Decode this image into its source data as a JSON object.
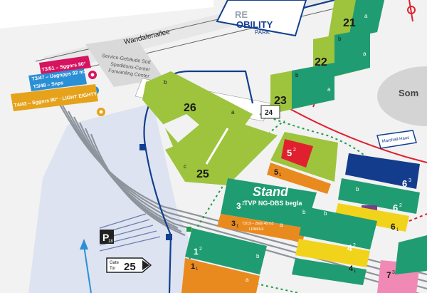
{
  "streets": {
    "wandalenallee": "Wandalenallee"
  },
  "buildings": {
    "service": "Service-Gebäude Süd",
    "speditions_1": "Speditions-Center",
    "speditions_2": "Forwarding Center",
    "marshall_haus": "Marshall-Haus",
    "mobility_1": "RE",
    "mobility_2": "OBILITY",
    "mobility_3": "PARK",
    "sommergarten": "Som"
  },
  "markers": [
    {
      "label": "T3/51 – Sggnrs 80°",
      "color": "#d6135f"
    },
    {
      "label": "T3/47 – Uagnpps 92 m3",
      "color": "#2b8fd6"
    },
    {
      "label": "T3/48 – Snps",
      "color": "#2b8fd6"
    },
    {
      "label": "T4/43 – Sggnrs 80° · LIGHT EIGHTY",
      "color": "#e5a21a"
    }
  ],
  "halls": {
    "h21": "21",
    "h22": "22",
    "h23": "23",
    "h24": "24",
    "h25": "25",
    "h26": "26",
    "h1": "1",
    "h1_sub": "2",
    "h1s": "1",
    "h1s_sub": "1",
    "h3": "3",
    "h3_sub": "2",
    "h3s": "3",
    "h3s_sub": "1",
    "h4": "4",
    "h4_sub": "2",
    "h4s": "4",
    "h4s_sub": "1",
    "h5": "5",
    "h5_sub": "2",
    "h5s": "5",
    "h5s_sub": "1",
    "h6": "6",
    "h6_sub": "3",
    "h6b": "6",
    "h6b_sub": "2",
    "h6s": "6",
    "h6s_sub": "1",
    "h7": "7",
    "h7_sub": "3"
  },
  "corner_letters": {
    "a": "a",
    "b": "b",
    "c": "c"
  },
  "stand": {
    "title": "Stand",
    "line1": "TVP NG-DBS begla",
    "line2": "T3/19 – 2bds 48 m3",
    "line3": "LDMKU4"
  },
  "parking": {
    "label": "P",
    "sub": "18"
  },
  "gate": {
    "label_1": "Gate",
    "label_2": "Tor",
    "number": "25"
  },
  "colors": {
    "hall_green": "#9dc43c",
    "hall_teal": "#1f9c72",
    "hall_orange": "#e98a1f",
    "hall_yellow": "#f2d31c",
    "hall_red": "#e0202e",
    "hall_navy": "#143c8c",
    "hall_pink": "#f08ab4",
    "route_blue": "#123f8f",
    "route_red": "#e0202e",
    "route_green": "#1f9c4a",
    "rail": "#9aa0a6",
    "zone": "#dde3f1"
  }
}
